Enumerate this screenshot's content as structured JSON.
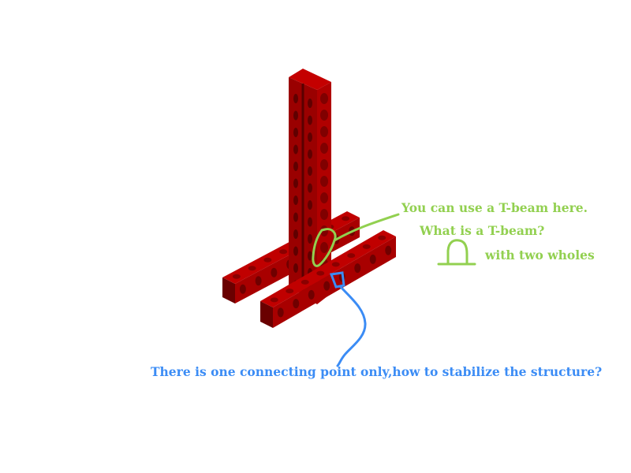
{
  "annotations": {
    "tbeam_suggestion": "You can use a T-beam here.",
    "tbeam_question": "What is a T-beam?",
    "tbeam_answer": "with two wholes",
    "connecting_point_question": "There is one connecting point only,how to stabilize the structure?"
  },
  "colors": {
    "brick_top": "#c00000",
    "brick_side": "#a00000",
    "brick_dark": "#6a0000",
    "green_ink": "#92d050",
    "blue_ink": "#3b8cf5"
  }
}
